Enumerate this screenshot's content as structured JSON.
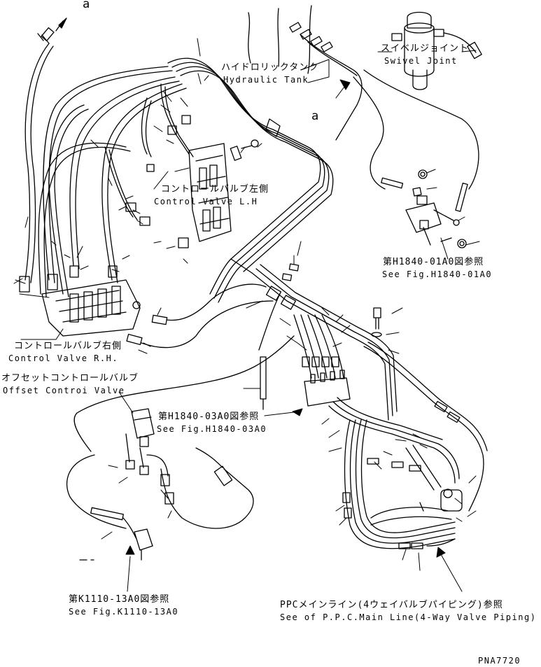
{
  "drawing": {
    "marker_a_top": "a",
    "marker_a_mid": "a",
    "hydraulic_tank": {
      "jp": "ハイドロリックタンク",
      "en": "Hydraulic Tank"
    },
    "swivel_joint": {
      "jp": "スイベルジョイント",
      "en": "Swivel Joint"
    },
    "control_valve_lh": {
      "jp": "コントロールバルブ左側",
      "en": "Control Valve L.H"
    },
    "ref_h1840_01a0": {
      "jp": "第H1840-01A0図参照",
      "en": "See Fig.H1840-01A0"
    },
    "control_valve_rh": {
      "jp": "コントロールバルブ右側",
      "en": "Control Valve R.H."
    },
    "offset_control_valve": {
      "jp": "オフセットコントロールバルブ",
      "en": "Offset Controi Valve"
    },
    "ref_h1840_03a0": {
      "jp": "第H1840-03A0図参照",
      "en": "See Fig.H1840-03A0"
    },
    "ref_k1110_13a0": {
      "jp": "第K1110-13A0図参照",
      "en": "See Fig.K1110-13A0"
    },
    "ppc_main_line": {
      "jp": "PPCメインライン(4ウェイバルブパイピング)参照",
      "en": "See of P.P.C.Main Line(4-Way Valve Piping)"
    },
    "drawing_number": "PNA7720"
  }
}
